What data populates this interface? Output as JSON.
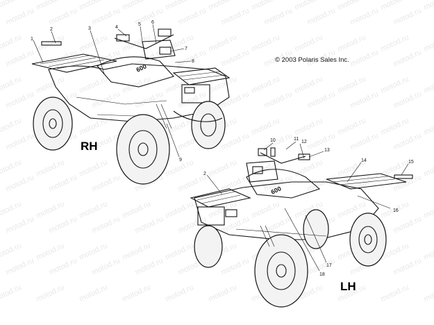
{
  "copyright": "© 2003 Polaris Sales Inc.",
  "views": {
    "rh": "RH",
    "lh": "LH"
  },
  "watermark": "motod.ru",
  "callouts_rh": [
    "1",
    "2",
    "3",
    "4",
    "5",
    "6",
    "7",
    "8",
    "9"
  ],
  "callouts_lh": [
    "10",
    "11",
    "12",
    "13",
    "14",
    "15",
    "16",
    "17",
    "18",
    "2"
  ],
  "decal_text": {
    "model": "600"
  }
}
